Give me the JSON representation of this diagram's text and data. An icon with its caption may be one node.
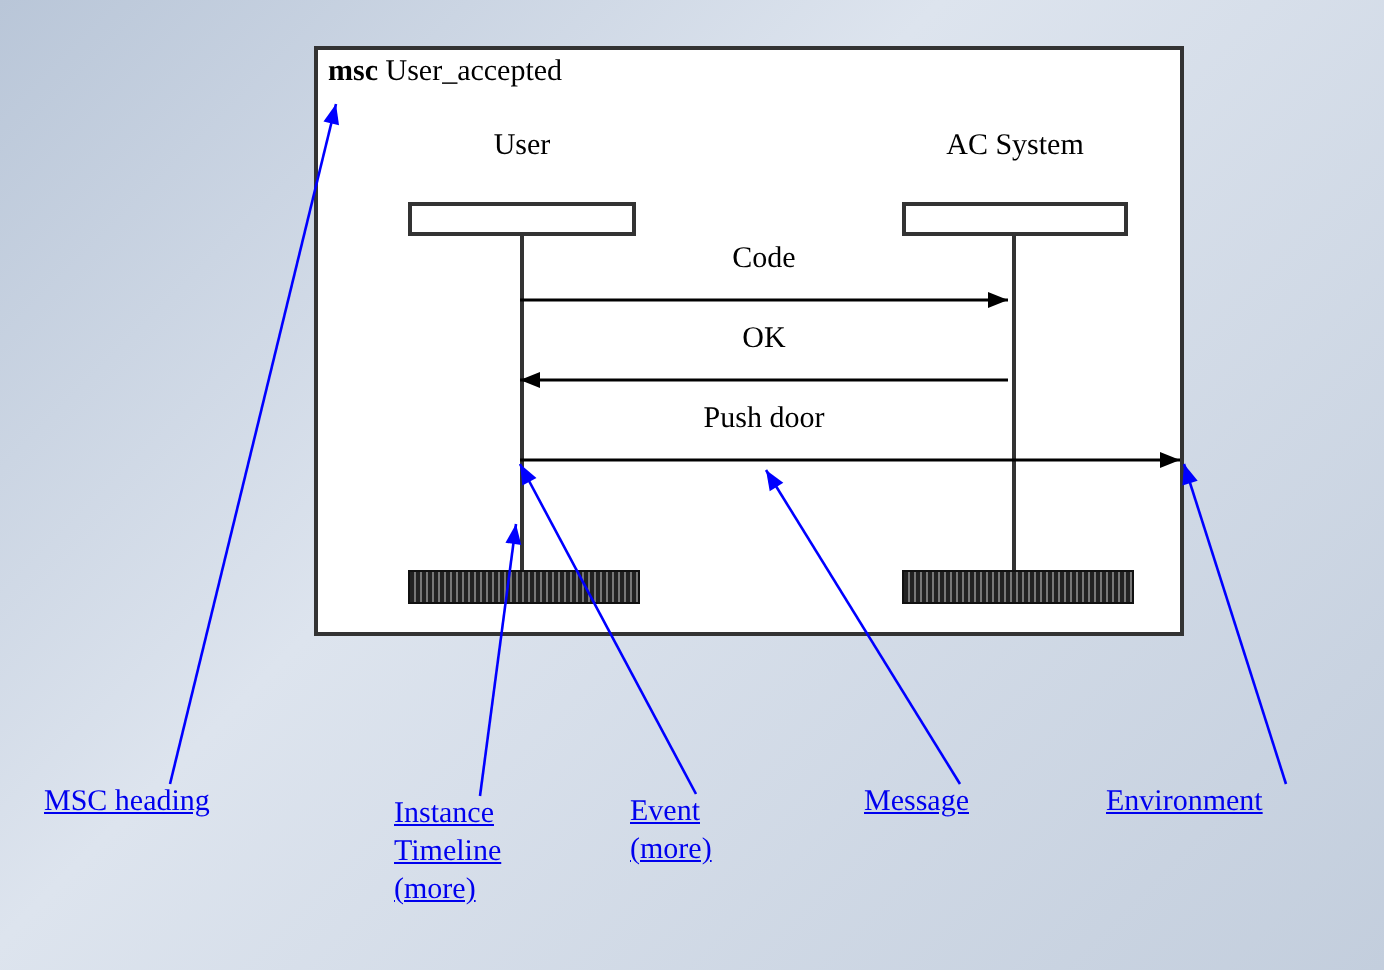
{
  "diagram": {
    "nodes": [
      {
        "text": [
          "**msc** User_accepted"
        ]
      },
      {
        "text": [
          "User"
        ],
        "in": 0
      },
      {
        "text": [
          "AC System"
        ],
        "in": 0
      },
      {
        "text": [],
        "shape": "line",
        "in": 0
      },
      {
        "text": [],
        "shape": "line",
        "in": 0
      },
      {
        "text": [],
        "shape": "bar",
        "in": 0
      },
      {
        "text": [],
        "shape": "bar",
        "in": 0
      },
      {
        "text": [
          "MSC heading"
        ]
      },
      {
        "text": [
          "Instance Timeline (more)"
        ]
      },
      {
        "text": [
          "Event (more)"
        ]
      },
      {
        "text": [
          "Message"
        ]
      },
      {
        "text": [
          "Environment"
        ]
      }
    ],
    "edges": [
      {
        "from": 3,
        "to": 4,
        "label": "Code",
        "arrow": "to",
        "color": "#000000"
      },
      {
        "from": 4,
        "to": 3,
        "label": "OK",
        "arrow": "to",
        "color": "#000000"
      },
      {
        "from": 3,
        "to": null,
        "label": "Push door",
        "arrow": "to",
        "color": "#000000"
      },
      {
        "from": 7,
        "to": 0,
        "arrow": "to"
      },
      {
        "from": 8,
        "to": 3,
        "arrow": "to"
      },
      {
        "from": 9,
        "to": 3,
        "arrow": "to"
      },
      {
        "from": 10,
        "to": null,
        "arrow": "to"
      },
      {
        "from": 11,
        "to": 0,
        "arrow": "to"
      }
    ]
  }
}
